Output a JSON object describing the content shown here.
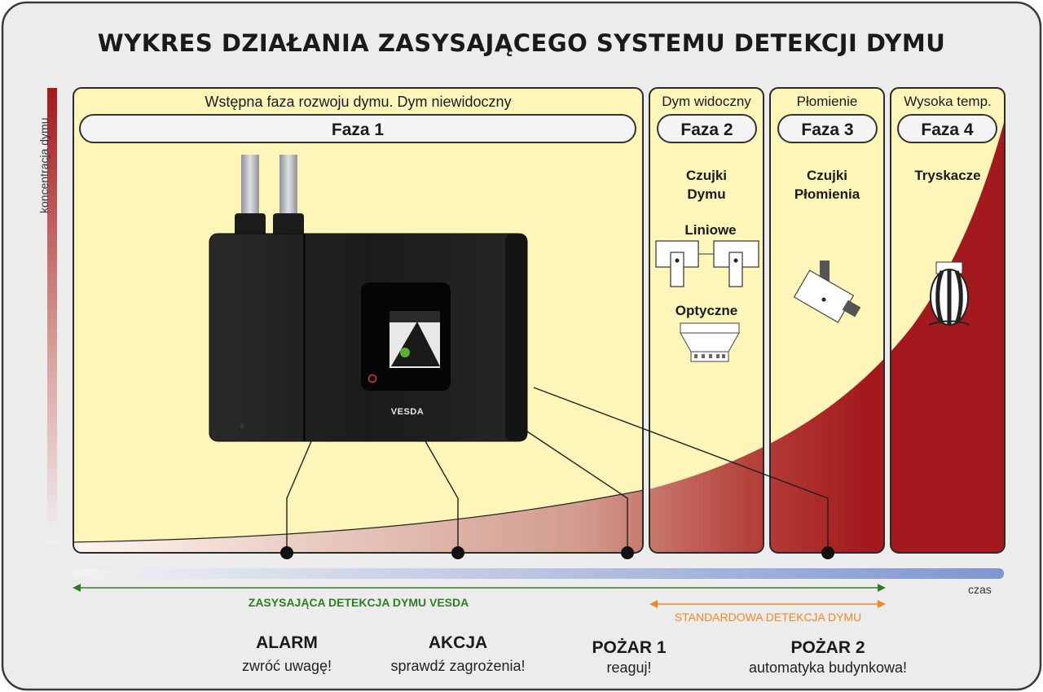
{
  "title": "WYKRES DZIAŁANIA ZASYSAJĄCEGO SYSTEMU DETEKCJI DYMU",
  "axes": {
    "y_label": "koncentracja dymu",
    "x_label": "czas"
  },
  "phases": [
    {
      "name": "Faza 1",
      "description": "Wstępna faza rozwoju dymu. Dym niewidoczny"
    },
    {
      "name": "Faza 2",
      "description": "Dym widoczny"
    },
    {
      "name": "Faza 3",
      "description": "Płomienie"
    },
    {
      "name": "Faza 4",
      "description": "Wysoka temp."
    }
  ],
  "devices": {
    "smoke_detectors": "Czujki\nDymu",
    "linear": "Liniowe",
    "optical": "Optyczne",
    "flame_detectors": "Czujki\nPłomienia",
    "sprinklers": "Tryskacze"
  },
  "device_brand": "VESDA",
  "ranges": {
    "vesda": "ZASYSAJĄCA DETEKCJA DYMU VESDA",
    "standard": "STANDARDOWA DETEKCJA DYMU"
  },
  "alarms": [
    {
      "title": "ALARM",
      "subtitle": "zwróć uwagę!"
    },
    {
      "title": "AKCJA",
      "subtitle": "sprawdź zagrożenia!"
    },
    {
      "title": "POŻAR 1",
      "subtitle": "reaguj!"
    },
    {
      "title": "POŻAR 2",
      "subtitle": "automatyka budynkowa!"
    }
  ],
  "colors": {
    "panel_fill": "#fdf6b8",
    "curve_dark": "#a3191d",
    "vesda_arrow": "#2e7d24",
    "standard_arrow": "#f08a1c",
    "time_bar": "#7f96d2",
    "background": "#ececec"
  }
}
